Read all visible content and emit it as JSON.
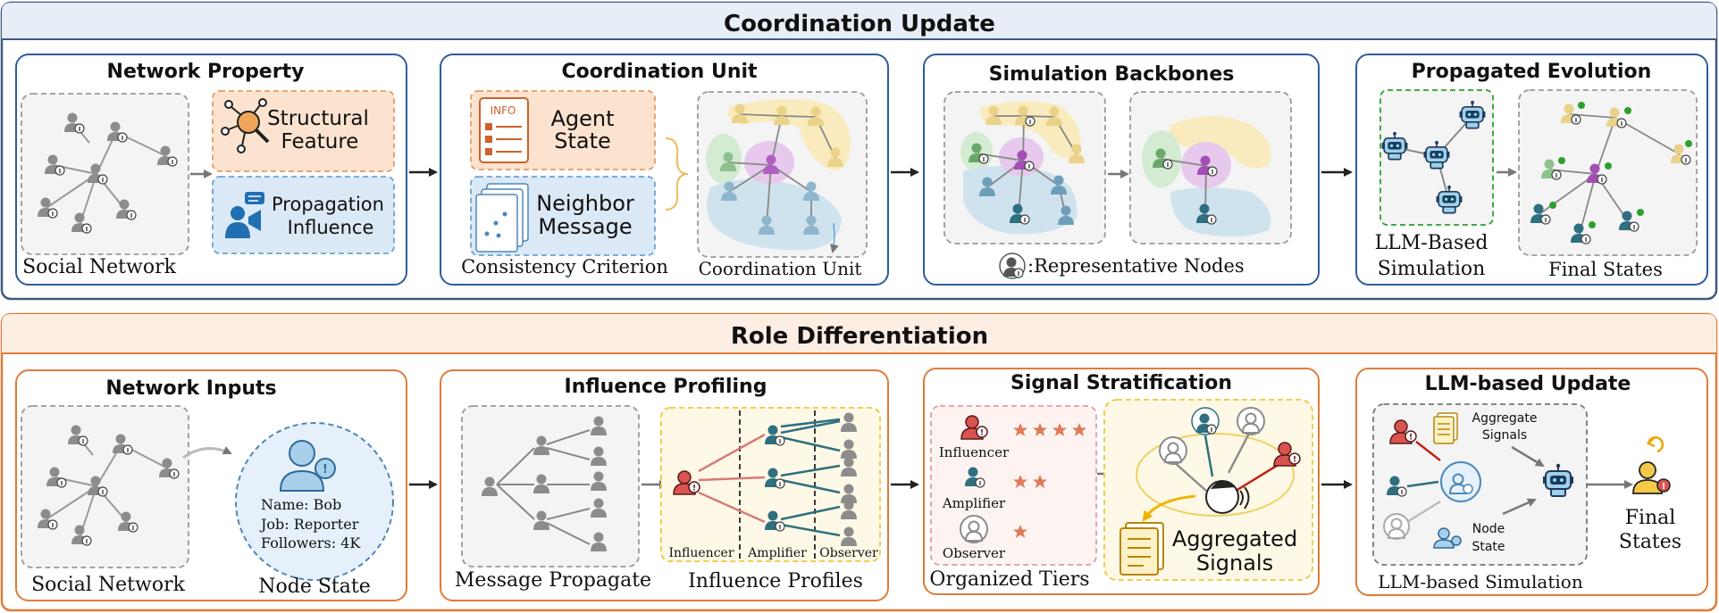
{
  "top": {
    "title": "Coordination Update",
    "panels": {
      "network_property": {
        "title": "Network Property",
        "social_network": "Social Network",
        "structural_feature": [
          "Structural",
          "Feature"
        ],
        "propagation_influence": [
          "Propagation",
          "Influence"
        ]
      },
      "coordination_unit": {
        "title": "Coordination Unit",
        "agent_state": [
          "Agent",
          "State"
        ],
        "info_badge": "INFO",
        "neighbor_message": [
          "Neighbor",
          "Message"
        ],
        "consistency_criterion": "Consistency Criterion",
        "coordination_unit_label": "Coordination Unit"
      },
      "simulation_backbones": {
        "title": "Simulation Backbones",
        "legend": ":Representative Nodes"
      },
      "propagated_evolution": {
        "title": "Propagated Evolution",
        "llm_based_simulation": [
          "LLM-Based",
          "Simulation"
        ],
        "final_states": "Final States"
      }
    }
  },
  "bottom": {
    "title": "Role Differentiation",
    "panels": {
      "network_inputs": {
        "title": "Network Inputs",
        "social_network": "Social Network",
        "node_state": "Node State",
        "node_name": "Name: Bob",
        "node_job": "Job: Reporter",
        "node_followers": "Followers: 4K"
      },
      "influence_profiling": {
        "title": "Influence Profiling",
        "message_propagate": "Message Propagate",
        "influence_profiles": "Influence Profiles",
        "influencer": "Influencer",
        "amplifier": "Amplifier",
        "observer": "Observer"
      },
      "signal_stratification": {
        "title": "Signal Stratification",
        "influencer": "Influencer",
        "amplifier": "Amplifier",
        "observer": "Observer",
        "organized_tiers": "Organized Tiers",
        "aggregated_signals": [
          "Aggregated",
          "Signals"
        ]
      },
      "llm_based_update": {
        "title": "LLM-based Update",
        "aggregate_signals": [
          "Aggregate",
          "Signals"
        ],
        "node_state": [
          "Node",
          "State"
        ],
        "llm_based_simulation": "LLM-based Simulation",
        "final_states": [
          "Final",
          "States"
        ]
      }
    }
  },
  "colors": {
    "top_border": "#3d5a80",
    "top_header_bg": "#e8eef8",
    "bottom_border": "#e07b39",
    "bottom_header_bg": "#fdeee4",
    "panel_blue": "#2f5c9a",
    "panel_orange": "#e07b39",
    "influencer_red": "#d9534f",
    "node_gray": "#8c8c8c",
    "node_teal": "#2e6f80",
    "yellow_region": "#f9e9b3",
    "green_region": "#d3ebd3",
    "blue_region": "#cfe3ef",
    "purple_region": "#e6c9ec"
  }
}
